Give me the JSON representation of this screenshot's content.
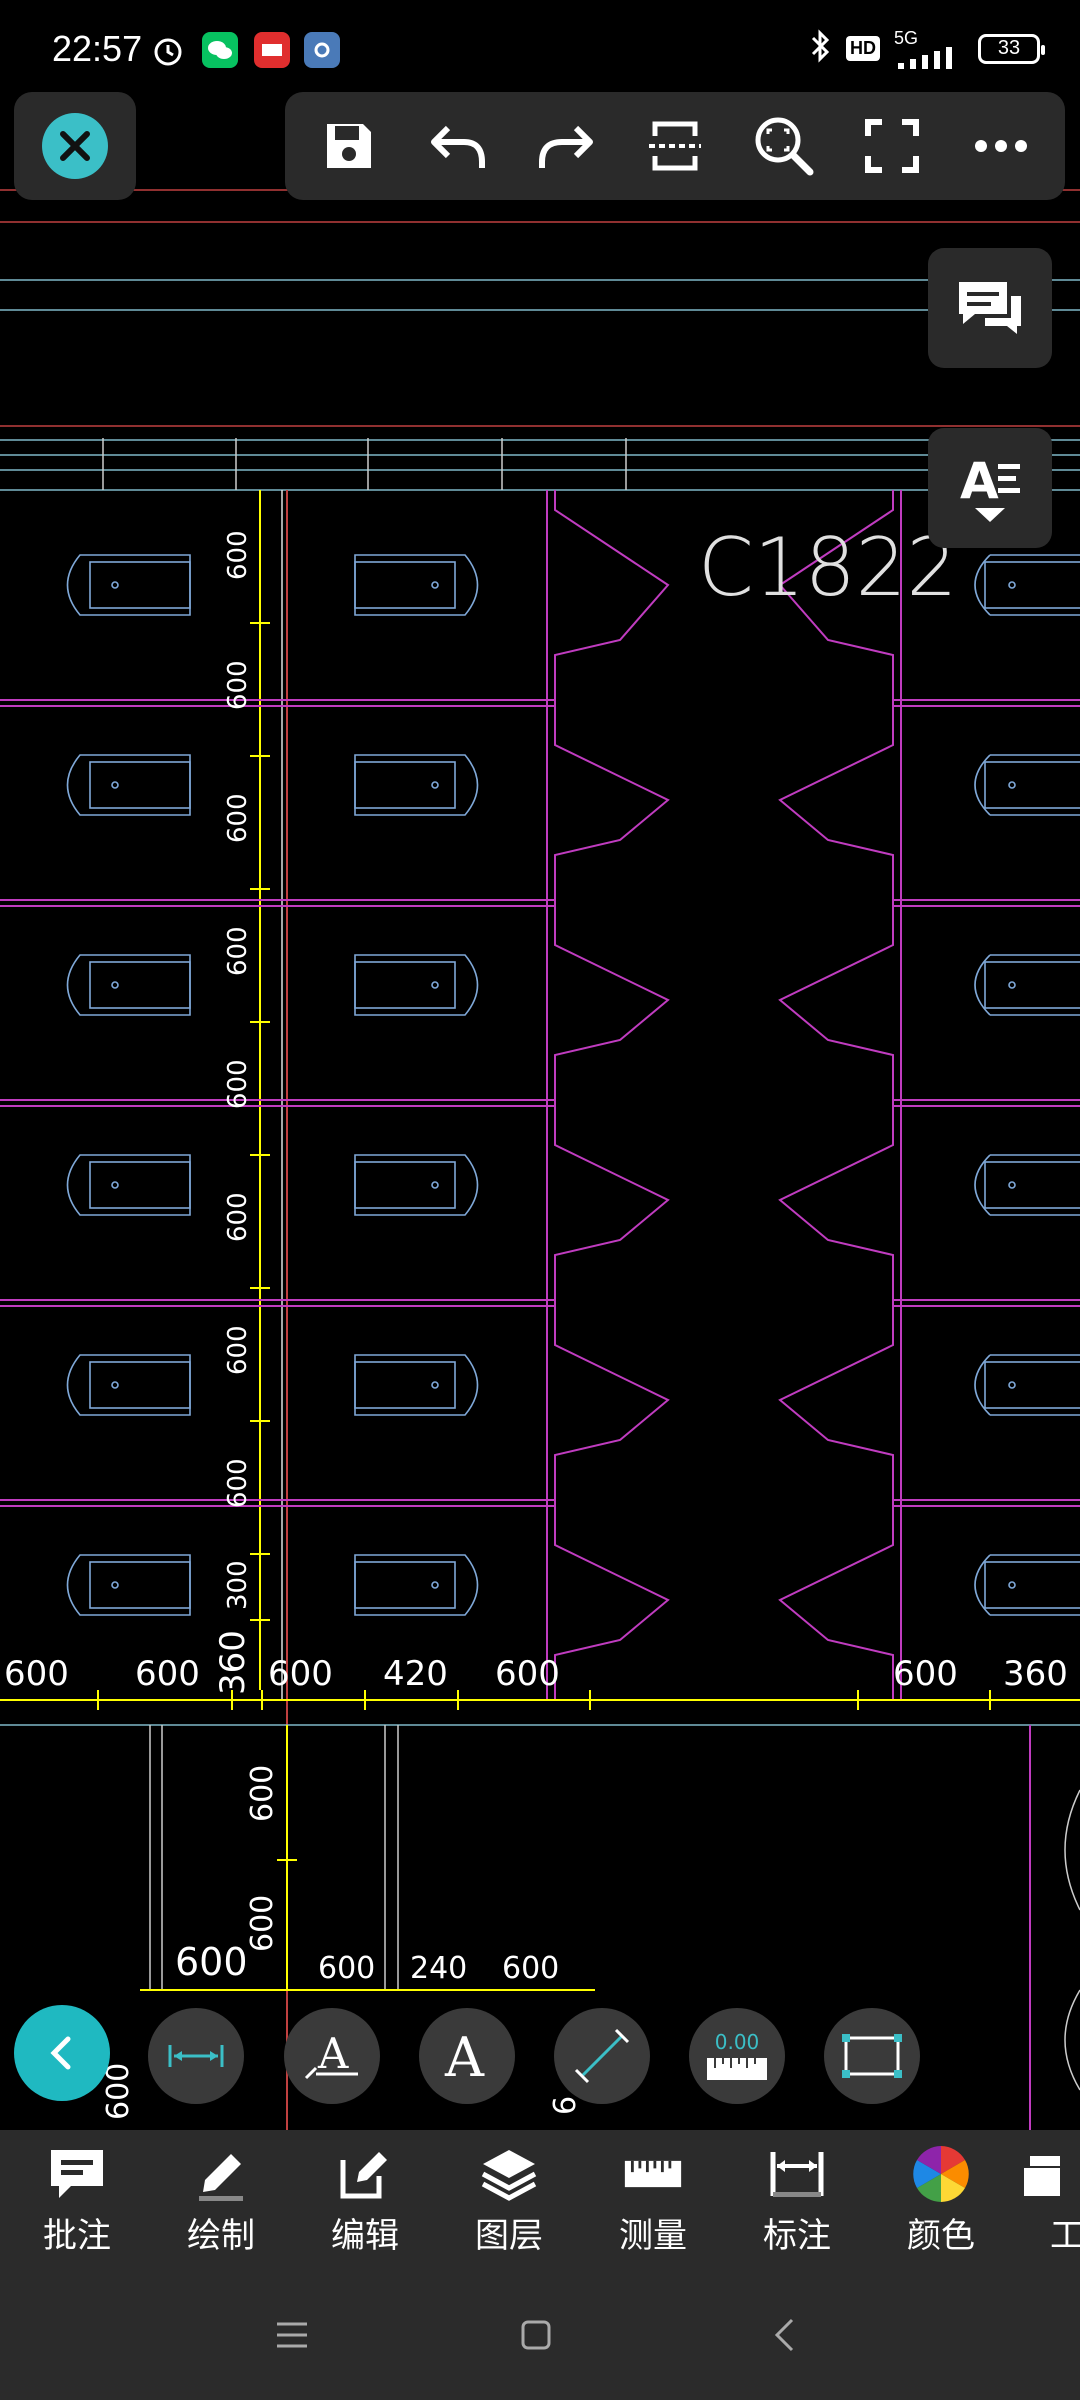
{
  "status": {
    "time": "22:57",
    "network": "5G",
    "hd": "HD",
    "battery": "33"
  },
  "drawing": {
    "window_label": "C1822",
    "dims_top": [
      "600",
      "600",
      "600",
      "600",
      "600",
      "600",
      "600",
      "600",
      "300"
    ],
    "dims_row": [
      "600",
      "600",
      "360",
      "600",
      "420",
      "600",
      "600",
      "360"
    ],
    "dims_lower_v": [
      "600",
      "600"
    ],
    "dims_lower_h": [
      "600",
      "600",
      "240",
      "600"
    ],
    "dims_lower_left": "600",
    "dims_lower_small": "6"
  },
  "toolbar": {
    "items": [
      "save-icon",
      "undo-icon",
      "redo-icon",
      "section-icon",
      "zoom-window-icon",
      "fullscreen-icon",
      "more-icon"
    ]
  },
  "measure_tool": {
    "readout": "0.00"
  },
  "tabs": [
    {
      "label": "批注",
      "icon": "comment-icon"
    },
    {
      "label": "绘制",
      "icon": "pencil-icon"
    },
    {
      "label": "编辑",
      "icon": "edit-icon"
    },
    {
      "label": "图层",
      "icon": "layers-icon"
    },
    {
      "label": "测量",
      "icon": "ruler-icon"
    },
    {
      "label": "标注",
      "icon": "dimension-icon"
    },
    {
      "label": "颜色",
      "icon": "color-wheel-icon"
    },
    {
      "label": "工",
      "icon": "toolbox-icon"
    }
  ],
  "colors": {
    "accent": "#3bbfc7",
    "magenta": "#c03cc0",
    "yellow": "#ffff00",
    "cyan": "#7fb8c8",
    "panel": "#2a2a2a"
  }
}
